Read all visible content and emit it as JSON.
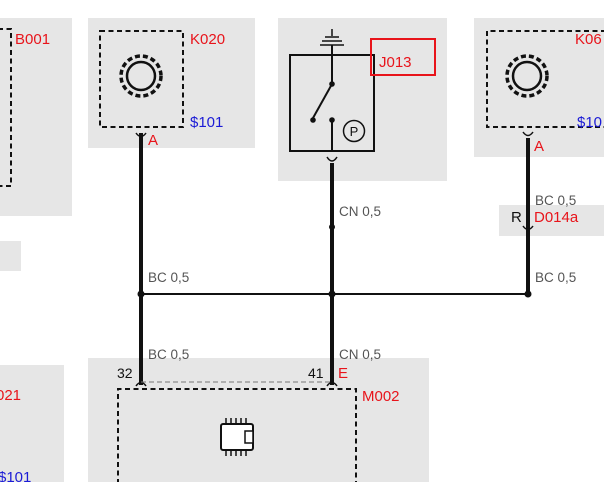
{
  "components": {
    "b001": {
      "label": "B001"
    },
    "k020": {
      "label": "K020",
      "supply": "$101",
      "pin": "A"
    },
    "j013": {
      "label": "J013",
      "symbol": "P"
    },
    "k06": {
      "label": "K06",
      "supply": "$10",
      "pin": "A"
    },
    "d014a": {
      "label": "D014a",
      "pin": "R"
    },
    "m002": {
      "label": "M002",
      "pins": [
        "32",
        "41",
        "E"
      ]
    },
    "left_cut": {
      "label": "021",
      "supply": "$101"
    }
  },
  "wires": {
    "w_j013": "CN 0,5",
    "w_k06": "BC 0,5",
    "w_bus_left": "BC 0,5",
    "w_bus_right": "BC 0,5",
    "w_m002_left": "BC 0,5",
    "w_m002_right": "CN 0,5"
  },
  "colors": {
    "component_label": "#e8141b",
    "supply_label": "#1b1bd6",
    "wire_label": "#555555",
    "panel": "#e6e6e6"
  }
}
